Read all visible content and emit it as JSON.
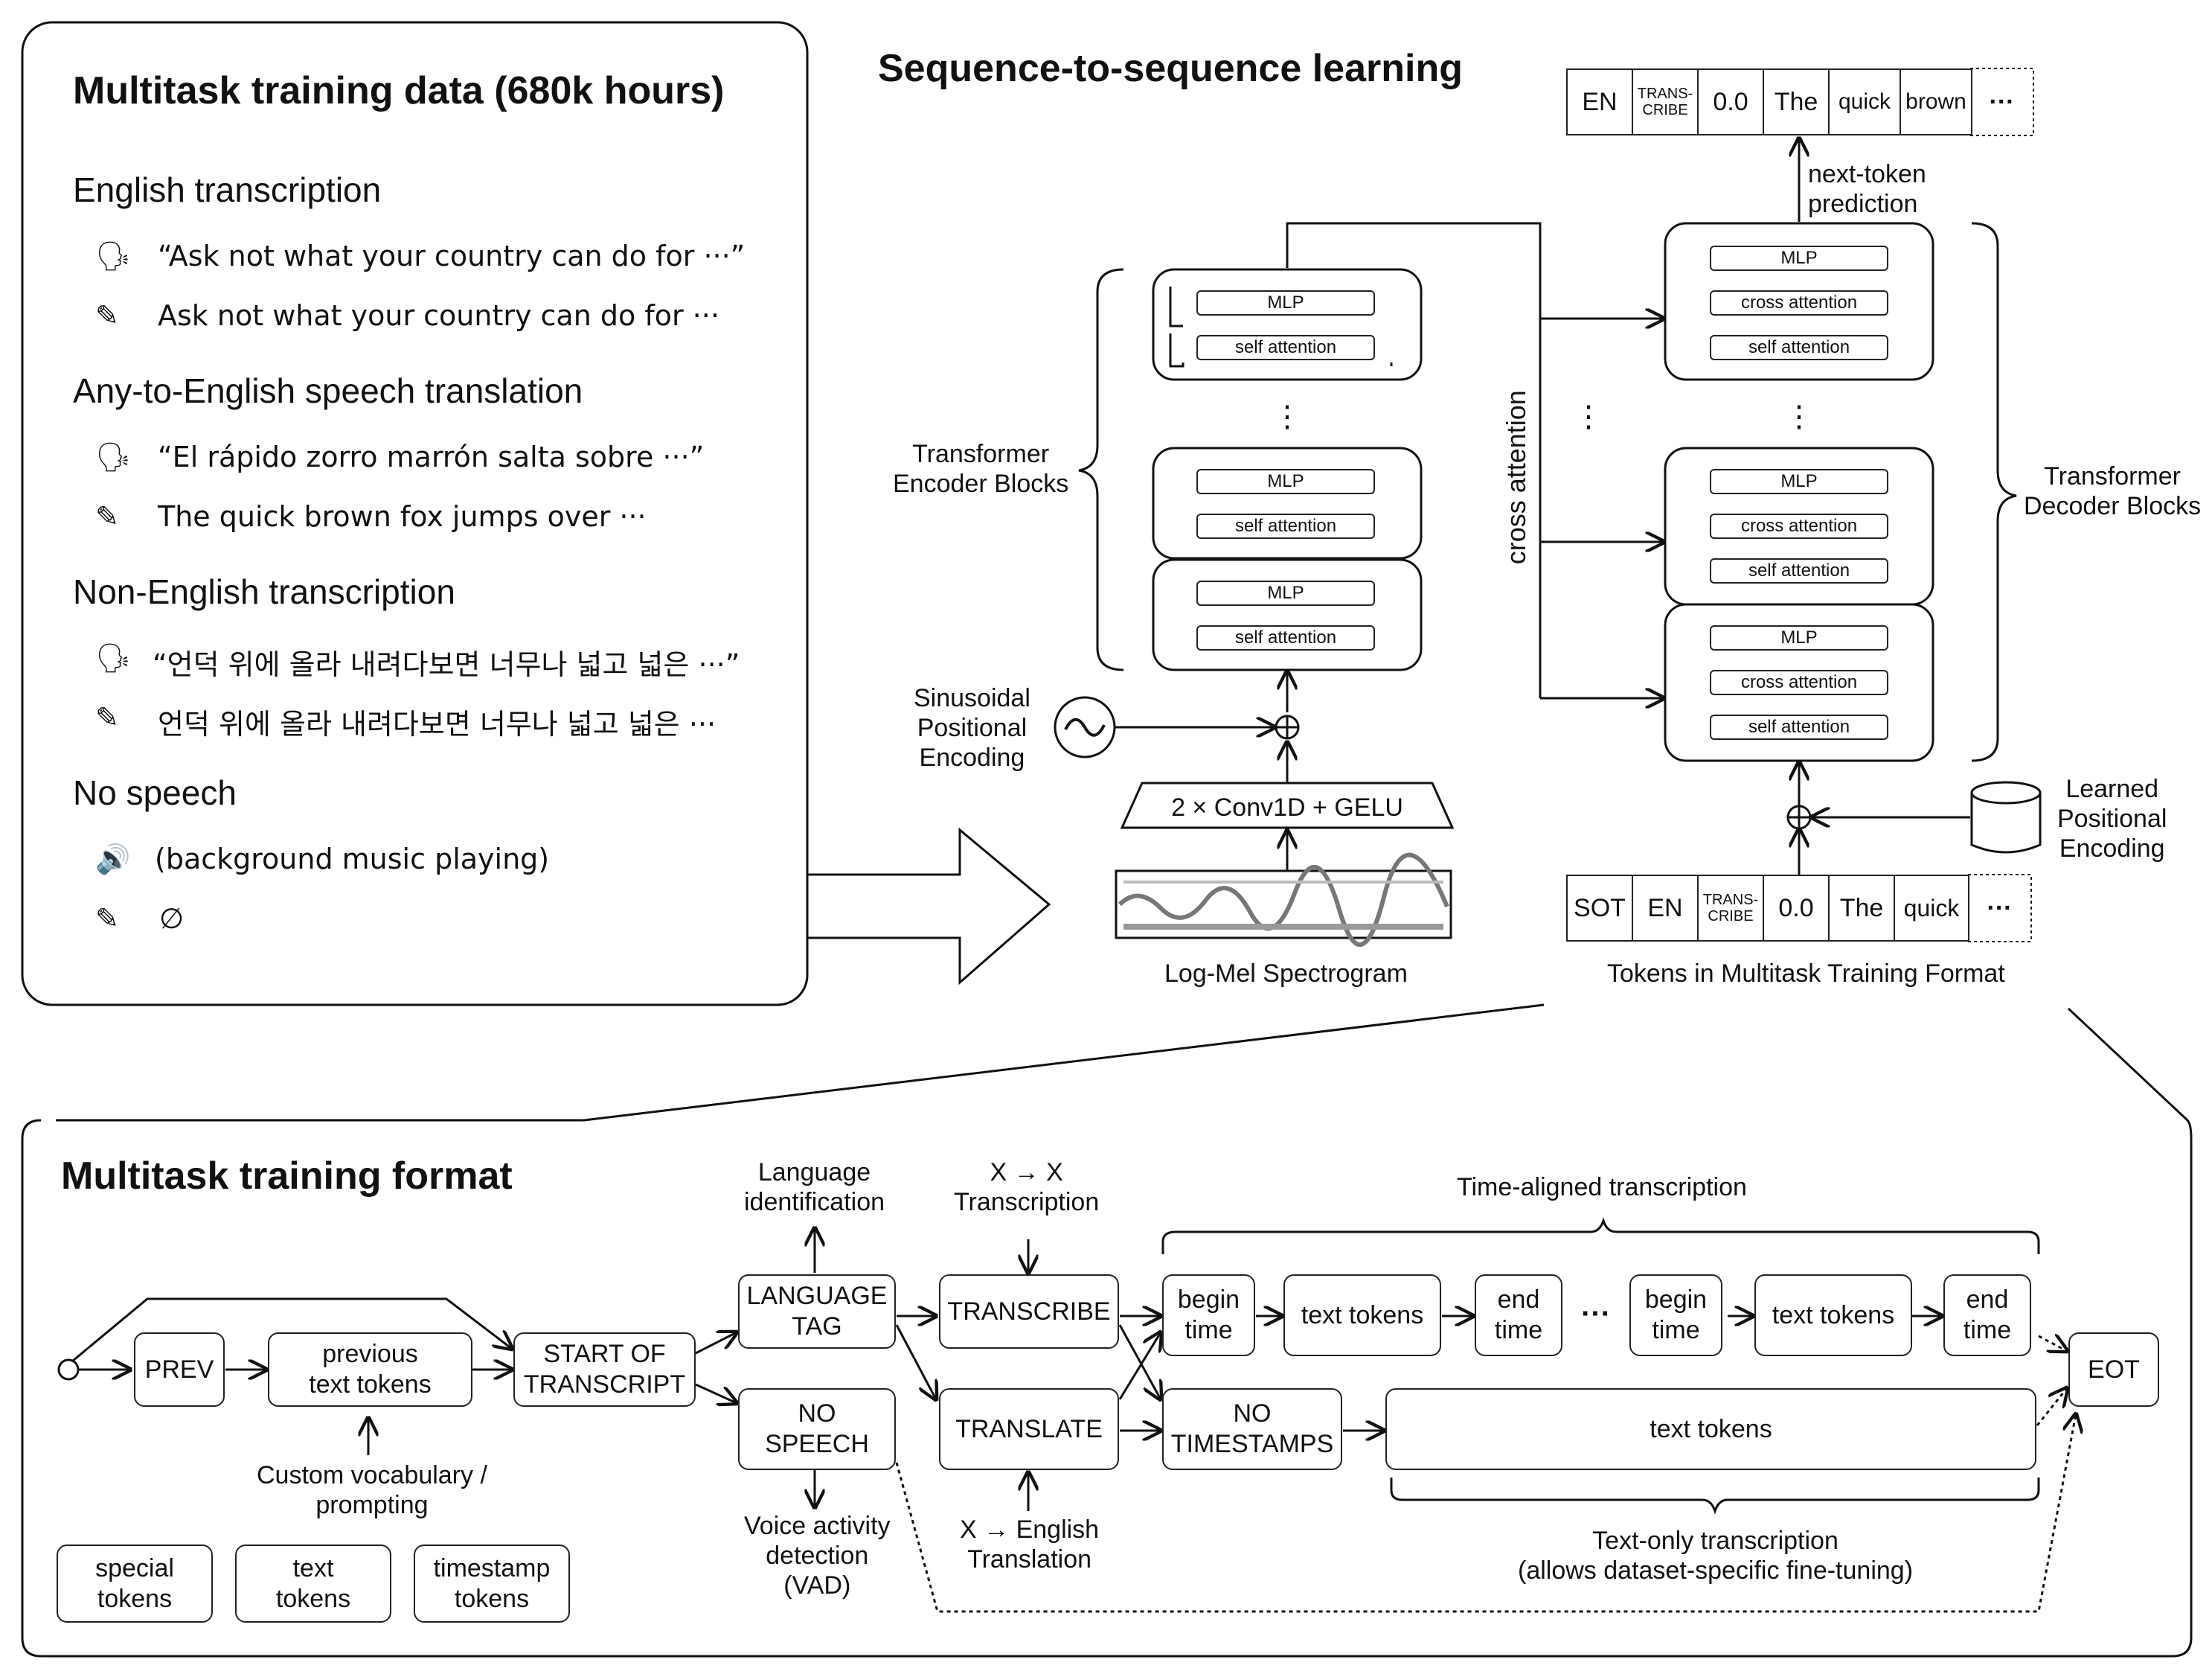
{
  "panel_top_left": {
    "title": "Multitask training data (680k hours)",
    "sections": [
      {
        "heading": "English transcription",
        "audio_text": "“Ask not what your country can do for ···”",
        "text": "Ask not what your country can do for ···"
      },
      {
        "heading": "Any-to-English speech translation",
        "audio_text": "“El rápido zorro marrón salta sobre ···”",
        "text": "The quick brown fox jumps over ···"
      },
      {
        "heading": "Non-English transcription",
        "audio_text": "“언덕 위에 올라 내려다보면 너무나 넓고 넓은 ···”",
        "text": "언덕 위에 올라 내려다보면 너무나 넓고 넓은 ···"
      },
      {
        "heading": "No speech",
        "audio_text": "(background music playing)",
        "text": "∅"
      }
    ],
    "icons": {
      "speech": "speaking-head-icon",
      "text": "pencil-writing-icon",
      "music": "speaker-music-icon"
    }
  },
  "seq2seq": {
    "title": "Sequence-to-sequence learning",
    "output_tokens": [
      "EN",
      "TRANS-\nCRIBE",
      "0.0",
      "The",
      "quick",
      "brown",
      "···"
    ],
    "input_tokens": [
      "SOT",
      "EN",
      "TRANS-\nCRIBE",
      "0.0",
      "The",
      "quick",
      "···"
    ],
    "next_token_label": "next-token\nprediction",
    "encoder_label": "Transformer\nEncoder Blocks",
    "decoder_label": "Transformer\nDecoder Blocks",
    "cross_attention_vertical": "cross attention",
    "mlp": "MLP",
    "self_attention": "self attention",
    "cross_attention": "cross attention",
    "vdots": "⋮",
    "sinusoidal_label": "Sinusoidal\nPositional\nEncoding",
    "learned_label": "Learned\nPositional\nEncoding",
    "conv_label": "2 × Conv1D + GELU",
    "spectrogram_label": "Log-Mel Spectrogram",
    "tokens_label": "Tokens in Multitask Training Format"
  },
  "format_panel": {
    "title": "Multitask training format",
    "prev": "PREV",
    "previous_text_tokens": "previous\ntext tokens",
    "start_of_transcript": "START OF\nTRANSCRIPT",
    "language_tag": "LANGUAGE\nTAG",
    "no_speech": "NO\nSPEECH",
    "transcribe": "TRANSCRIBE",
    "translate": "TRANSLATE",
    "begin_time": "begin\ntime",
    "text_tokens": "text tokens",
    "end_time": "end\ntime",
    "ellipsis": "···",
    "no_timestamps": "NO\nTIMESTAMPS",
    "eot": "EOT",
    "language_identification": "Language\nidentification",
    "x_to_x": "X → X\nTranscription",
    "time_aligned": "Time-aligned transcription",
    "custom_vocab": "Custom vocabulary /\nprompting",
    "vad": "Voice activity\ndetection\n(VAD)",
    "x_to_english": "X → English\nTranslation",
    "text_only": "Text-only transcription\n(allows dataset-specific fine-tuning)",
    "legend": [
      "special\ntokens",
      "text\ntokens",
      "timestamp\ntokens"
    ]
  }
}
